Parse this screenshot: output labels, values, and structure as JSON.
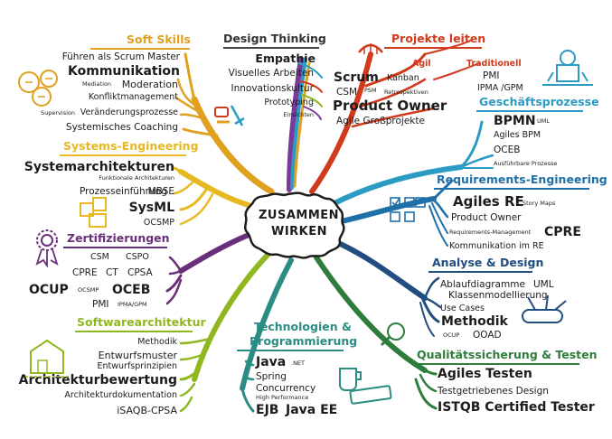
{
  "center": {
    "line1": "ZUSAMMEN",
    "line2": "WIRKEN"
  },
  "colors": {
    "soft_skills": "#e0a020",
    "design_thinking": "#444444",
    "projekte": "#d13a1c",
    "geschaeft": "#2b9bc4",
    "requirements": "#1f6fa8",
    "analyse": "#214d80",
    "qualitaet": "#2e7d3c",
    "technologien": "#2a8c82",
    "software": "#8fb820",
    "zertifizierungen": "#6a2f7a",
    "systems": "#e7b822"
  },
  "soft_skills": {
    "title": "Soft Skills",
    "items": [
      "Führen als Scrum Master",
      "Kommunikation",
      "Mediation",
      "Moderation",
      "Konfliktmanagement",
      "Supervision",
      "Veränderungsprozesse",
      "Systemisches Coaching"
    ]
  },
  "design_thinking": {
    "title": "Design Thinking",
    "items": [
      "Empathie",
      "Visuelles Arbeiten",
      "Innovationskultur",
      "Prototyping",
      "Einsichten"
    ]
  },
  "projekte": {
    "title": "Projekte leiten",
    "agil": "Agil",
    "traditionell": "Traditionell",
    "items": [
      "Scrum",
      "Kanban",
      "PMI",
      "IPMA /GPM",
      "CSM",
      "PSM",
      "Retrospektiven",
      "Product Owner",
      "Agile Großprojekte"
    ]
  },
  "geschaeft": {
    "title": "Geschäftsprozesse",
    "items": [
      "BPMN",
      "UML",
      "Agiles BPM",
      "OCEB",
      "Ausführbare Prozesse"
    ]
  },
  "requirements": {
    "title": "Requirements-Engineering",
    "items": [
      "Agiles RE",
      "Story Maps",
      "Product Owner",
      "Requirements-Management",
      "CPRE",
      "Kommunikation im RE"
    ]
  },
  "analyse": {
    "title": "Analyse & Design",
    "items": [
      "Ablaufdiagramme",
      "UML",
      "Klassenmodellierung",
      "Use Cases",
      "Methodik",
      "OOAD",
      "OCUP"
    ]
  },
  "qualitaet": {
    "title": "Qualitätssicherung & Testen",
    "items": [
      "Agiles Testen",
      "Testgetriebenes Design",
      "ISTQB Certified Tester"
    ]
  },
  "technologien": {
    "title_line1": "Technologien &",
    "title_line2": "Programmierung",
    "items": [
      "Java",
      ".NET",
      "Spring",
      "Concurrency",
      "High Performance",
      "EJB",
      "Java EE"
    ]
  },
  "software": {
    "title": "Softwarearchitektur",
    "items": [
      "Methodik",
      "Entwurfsmuster",
      "Entwurfsprinzipien",
      "Architekturbewertung",
      "Architekturdokumentation",
      "iSAQB-CPSA"
    ]
  },
  "zertifizierungen": {
    "title": "Zertifizierungen",
    "items": [
      "CSM",
      "CSPO",
      "CPRE",
      "CT",
      "CPSA",
      "OCUP",
      "OCSMP",
      "OCEB",
      "PMI",
      "IPMA/GPM"
    ]
  },
  "systems": {
    "title": "Systems-Engineering",
    "items": [
      "Systemarchitekturen",
      "Funktionale Architekturen",
      "MBSE",
      "Prozesseinführung",
      "SysML",
      "OCSMP"
    ]
  }
}
